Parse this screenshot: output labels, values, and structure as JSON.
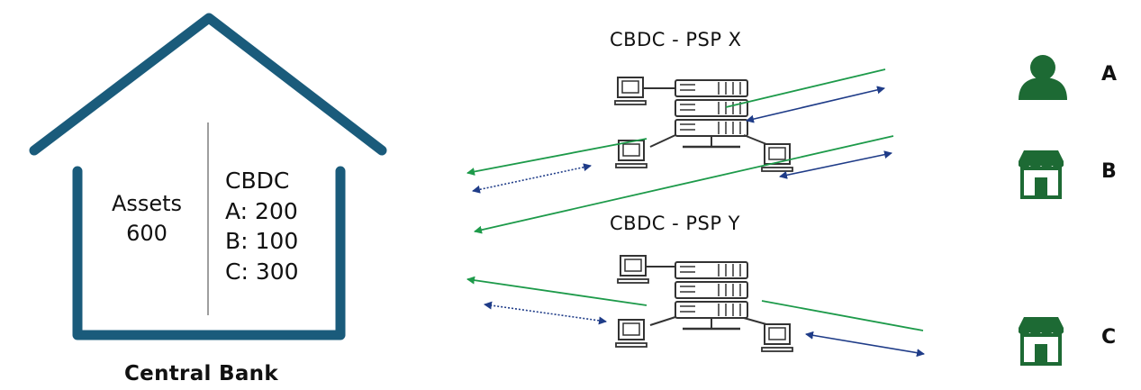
{
  "central_bank": {
    "label": "Central Bank",
    "assets_label": "Assets",
    "assets_value": "600",
    "ledger_title": "CBDC",
    "ledger_rows": [
      "A: 200",
      "B: 100",
      "C: 300"
    ]
  },
  "psps": [
    {
      "title": "CBDC - PSP X"
    },
    {
      "title": "CBDC - PSP Y"
    }
  ],
  "parties": [
    {
      "label": "A",
      "icon": "person-icon"
    },
    {
      "label": "B",
      "icon": "store-icon"
    },
    {
      "label": "C",
      "icon": "store-icon"
    }
  ],
  "colors": {
    "house": "#1a5b7b",
    "green_arrow": "#1d9a4a",
    "navy_arrow": "#1f3c88",
    "icon_green": "#1d6a34",
    "divider": "#7f7f7f"
  }
}
